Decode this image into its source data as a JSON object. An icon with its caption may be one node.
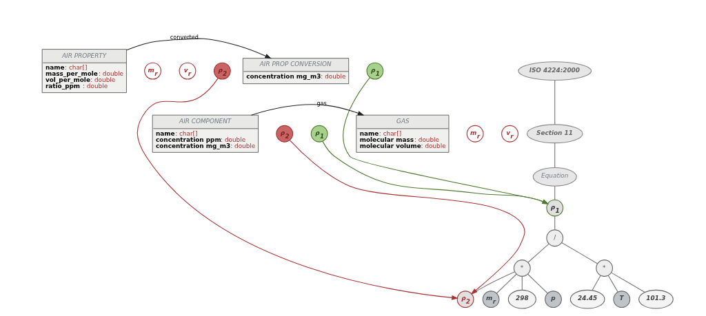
{
  "diagram": {
    "nodes": [
      {
        "text": [
          "AIR PROPERTY",
          "name: char[]",
          "mass_per_mole: double",
          "vol_per_mole: double",
          "ratio_ppm : double"
        ]
      },
      {
        "text": [
          "m$_{r}$"
        ]
      },
      {
        "text": [
          "v$_{r}$"
        ]
      },
      {
        "text": [
          "ρ$_{2}$"
        ]
      },
      {
        "text": [
          "AIR PROP CONVERSION",
          "concentration mg_m3: double"
        ]
      },
      {
        "text": [
          "ρ$_{1}$"
        ]
      },
      {
        "text": [
          "ISO 4224:2000"
        ]
      },
      {
        "text": [
          "Section 11"
        ]
      },
      {
        "text": [
          "Equation"
        ]
      },
      {
        "text": [
          "ρ$_{1}$"
        ]
      },
      {
        "text": [
          "/"
        ]
      },
      {
        "text": [
          "*"
        ]
      },
      {
        "text": [
          "*"
        ]
      },
      {
        "text": [
          "ρ$_{2}$"
        ]
      },
      {
        "text": [
          "m$_{r}$"
        ]
      },
      {
        "text": [
          "298"
        ]
      },
      {
        "text": [
          "p"
        ]
      },
      {
        "text": [
          "24.45"
        ]
      },
      {
        "text": [
          "T"
        ]
      },
      {
        "text": [
          "101.3"
        ]
      },
      {
        "text": [
          "AIR COMPONENT",
          "name: char[]",
          "concentration ppm: double",
          "concentration mg_m3: double"
        ]
      },
      {
        "text": [
          "ρ$_{2}$"
        ]
      },
      {
        "text": [
          "ρ$_{1}$"
        ]
      },
      {
        "text": [
          "GAS",
          "name: char[]",
          "molecular mass: double",
          "molecular volume: double"
        ]
      },
      {
        "text": [
          "m$_{r}$"
        ]
      },
      {
        "text": [
          "v$_{r}$"
        ]
      }
    ],
    "edges": [
      {
        "from": 0,
        "to": 4,
        "arrow": "to",
        "label": "converted",
        "color": "#222222"
      },
      {
        "from": 20,
        "to": 23,
        "arrow": "to",
        "label": "gas",
        "color": "#222222"
      },
      {
        "from": 5,
        "to": 9,
        "arrow": "to",
        "color": "#4e7a2e"
      },
      {
        "from": 3,
        "to": 13,
        "arrow": "to",
        "color": "#a83232"
      },
      {
        "from": 22,
        "to": 9,
        "arrow": "to",
        "color": "#4e7a2e"
      },
      {
        "from": 21,
        "to": 13,
        "arrow": "to",
        "color": "#a83232"
      },
      {
        "from": 6,
        "to": 7,
        "arrow": "none"
      },
      {
        "from": 7,
        "to": 8,
        "arrow": "none"
      },
      {
        "from": 8,
        "to": 9,
        "arrow": "none"
      },
      {
        "from": 9,
        "to": 10,
        "arrow": "none"
      },
      {
        "from": 10,
        "to": 11,
        "arrow": "none"
      },
      {
        "from": 10,
        "to": 12,
        "arrow": "none"
      },
      {
        "from": 11,
        "to": 13,
        "arrow": "none"
      },
      {
        "from": 11,
        "to": 14,
        "arrow": "none"
      },
      {
        "from": 11,
        "to": 15,
        "arrow": "none"
      },
      {
        "from": 11,
        "to": 16,
        "arrow": "none"
      },
      {
        "from": 12,
        "to": 17,
        "arrow": "none"
      },
      {
        "from": 12,
        "to": 18,
        "arrow": "none"
      },
      {
        "from": 12,
        "to": 19,
        "arrow": "none"
      }
    ]
  }
}
